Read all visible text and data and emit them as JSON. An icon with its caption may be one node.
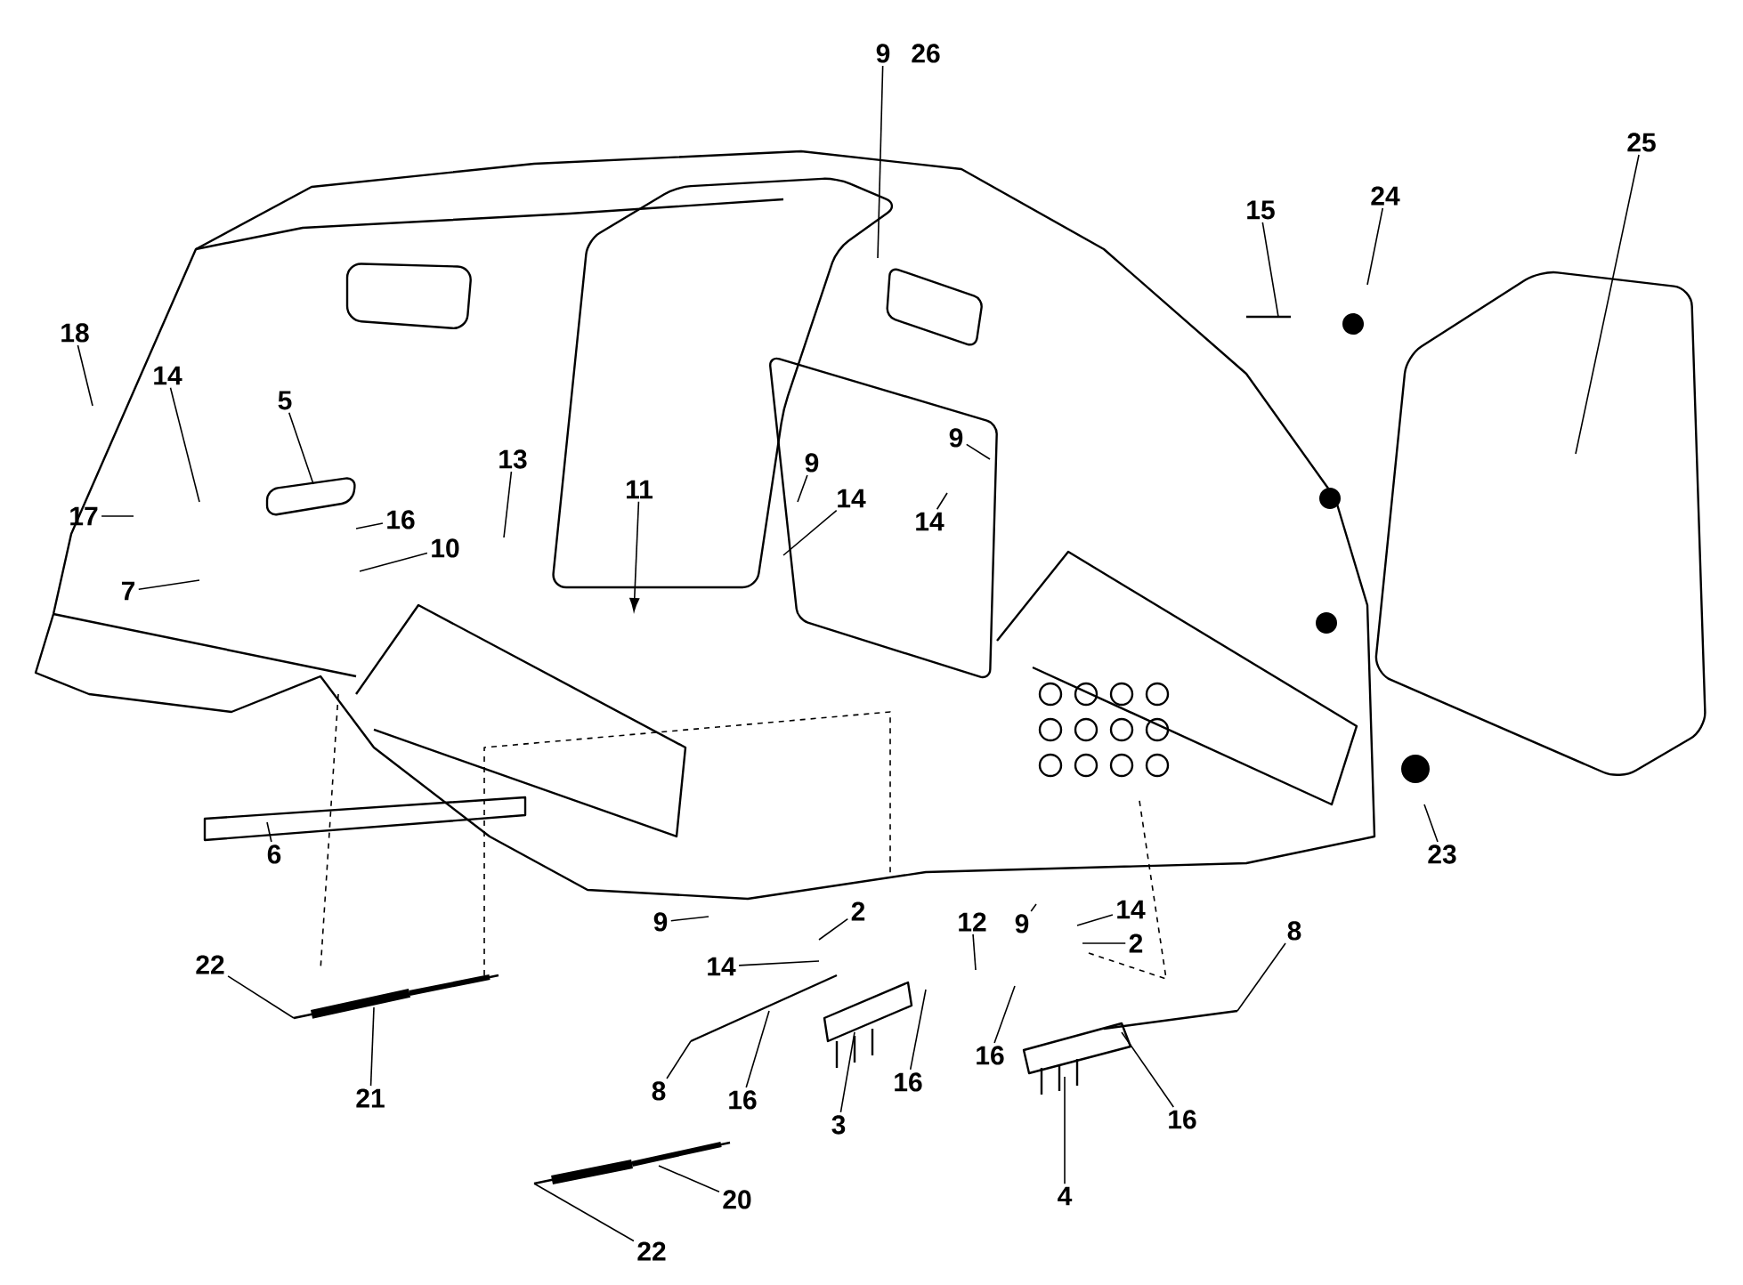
{
  "diagram": {
    "nodes": [
      {
        "text": [
          "9"
        ]
      },
      {
        "text": [
          "26"
        ]
      },
      {
        "text": [
          "25"
        ]
      },
      {
        "text": [
          "24"
        ]
      },
      {
        "text": [
          "15"
        ]
      },
      {
        "text": [
          "18"
        ]
      },
      {
        "text": [
          "14"
        ]
      },
      {
        "text": [
          "5"
        ]
      },
      {
        "text": [
          "17"
        ]
      },
      {
        "text": [
          "13"
        ]
      },
      {
        "text": [
          "11"
        ]
      },
      {
        "text": [
          "16"
        ]
      },
      {
        "text": [
          "10"
        ]
      },
      {
        "text": [
          "7"
        ]
      },
      {
        "text": [
          "9"
        ]
      },
      {
        "text": [
          "9"
        ]
      },
      {
        "text": [
          "14"
        ]
      },
      {
        "text": [
          "14"
        ]
      },
      {
        "text": [
          "23"
        ]
      },
      {
        "text": [
          "6"
        ]
      },
      {
        "text": [
          "9"
        ]
      },
      {
        "text": [
          "2"
        ]
      },
      {
        "text": [
          "14"
        ]
      },
      {
        "text": [
          "22"
        ]
      },
      {
        "text": [
          "12"
        ]
      },
      {
        "text": [
          "9"
        ]
      },
      {
        "text": [
          "14"
        ]
      },
      {
        "text": [
          "2"
        ]
      },
      {
        "text": [
          "8"
        ]
      },
      {
        "text": [
          "8"
        ]
      },
      {
        "text": [
          "16"
        ]
      },
      {
        "text": [
          "16"
        ]
      },
      {
        "text": [
          "3"
        ]
      },
      {
        "text": [
          "21"
        ]
      },
      {
        "text": [
          "16"
        ]
      },
      {
        "text": [
          "16"
        ]
      },
      {
        "text": [
          "4"
        ]
      },
      {
        "text": [
          "20"
        ]
      },
      {
        "text": [
          "22"
        ]
      }
    ],
    "edges": [
      {
        "from": 0,
        "to": null,
        "arrow": "none"
      },
      {
        "from": 2,
        "to": null,
        "arrow": "none"
      },
      {
        "from": 3,
        "to": null,
        "arrow": "none"
      },
      {
        "from": 4,
        "to": null,
        "arrow": "none"
      },
      {
        "from": 5,
        "to": null,
        "arrow": "none"
      },
      {
        "from": 6,
        "to": null,
        "arrow": "none"
      },
      {
        "from": 7,
        "to": null,
        "arrow": "none"
      },
      {
        "from": 8,
        "to": null,
        "arrow": "none"
      },
      {
        "from": 9,
        "to": null,
        "arrow": "none"
      },
      {
        "from": 10,
        "to": null,
        "arrow": "to"
      },
      {
        "from": 11,
        "to": null,
        "arrow": "none"
      },
      {
        "from": 12,
        "to": null,
        "arrow": "none"
      },
      {
        "from": 13,
        "to": null,
        "arrow": "none"
      },
      {
        "from": 14,
        "to": null,
        "arrow": "none"
      },
      {
        "from": 15,
        "to": null,
        "arrow": "none"
      },
      {
        "from": 16,
        "to": null,
        "arrow": "none"
      },
      {
        "from": 17,
        "to": null,
        "arrow": "none"
      },
      {
        "from": 18,
        "to": null,
        "arrow": "none"
      },
      {
        "from": 19,
        "to": null,
        "arrow": "none"
      },
      {
        "from": 20,
        "to": null,
        "arrow": "none"
      },
      {
        "from": 21,
        "to": null,
        "arrow": "none"
      },
      {
        "from": 22,
        "to": null,
        "arrow": "none"
      },
      {
        "from": 23,
        "to": null,
        "arrow": "none"
      },
      {
        "from": 24,
        "to": null,
        "arrow": "none"
      },
      {
        "from": 25,
        "to": null,
        "arrow": "none"
      },
      {
        "from": 26,
        "to": null,
        "arrow": "none"
      },
      {
        "from": 27,
        "to": null,
        "arrow": "none"
      },
      {
        "from": 28,
        "to": null,
        "arrow": "none"
      },
      {
        "from": 29,
        "to": null,
        "arrow": "none"
      },
      {
        "from": 30,
        "to": null,
        "arrow": "none"
      },
      {
        "from": 31,
        "to": null,
        "arrow": "none"
      },
      {
        "from": 32,
        "to": null,
        "arrow": "none"
      },
      {
        "from": 33,
        "to": null,
        "arrow": "none"
      },
      {
        "from": 34,
        "to": null,
        "arrow": "none"
      },
      {
        "from": 35,
        "to": null,
        "arrow": "none"
      },
      {
        "from": 36,
        "to": null,
        "arrow": "none"
      },
      {
        "from": 37,
        "to": null,
        "arrow": "none"
      },
      {
        "from": 38,
        "to": null,
        "arrow": "none"
      }
    ]
  }
}
